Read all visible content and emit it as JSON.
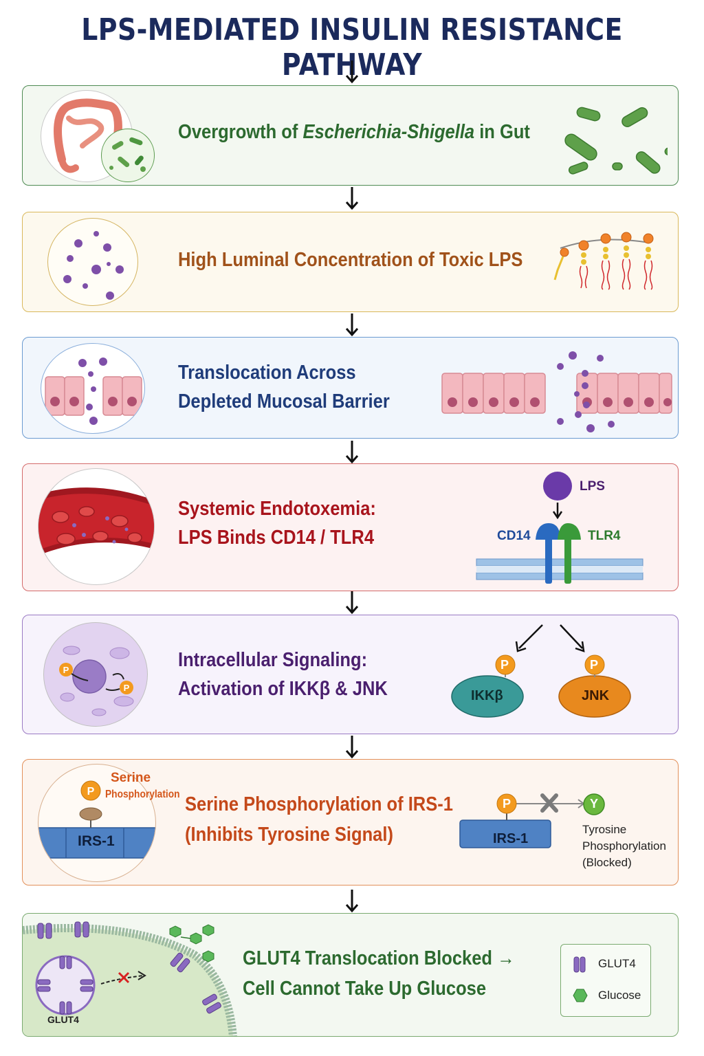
{
  "title": "LPS-MEDIATED INSULIN RESISTANCE PATHWAY",
  "colors": {
    "title": "#1b2a5c",
    "green": "#2c6a2f",
    "orange_brown": "#a0521a",
    "blue": "#1f3c7a",
    "red": "#a8141c",
    "purple": "#4a1f6e",
    "orange": "#c4491a"
  },
  "steps": [
    {
      "line1_pre": "Overgrowth of ",
      "line1_italic": "Escherichia-Shigella",
      "line1_post": " in Gut",
      "icon": "gut-bacteria-icon"
    },
    {
      "line1": "High Luminal Concentration of Toxic LPS",
      "icon": "lps-molecule-icon"
    },
    {
      "line1": "Translocation Across",
      "line2": "Depleted Mucosal Barrier",
      "icon": "epithelium-icon"
    },
    {
      "line1": "Systemic Endotoxemia:",
      "line2": "LPS Binds CD14 / TLR4",
      "labels": {
        "lps": "LPS",
        "cd14": "CD14",
        "tlr4": "TLR4"
      }
    },
    {
      "line1": "Intracellular Signaling:",
      "line2": "Activation of IKKβ & JNK",
      "labels": {
        "p": "P",
        "ikk": "IKKβ",
        "jnk": "JNK"
      }
    },
    {
      "line1": "Serine Phosphorylation of IRS-1",
      "line2": "(Inhibits Tyrosine Signal)",
      "labels": {
        "serine_1": "Serine",
        "serine_2": "Phosphorylation",
        "irs1": "IRS-1",
        "p": "P",
        "y": "Y",
        "tyr_1": "Tyrosine",
        "tyr_2": "Phosphorylation",
        "tyr_3": "(Blocked)"
      }
    },
    {
      "line1": "GLUT4 Translocation Blocked →",
      "line2": "Cell Cannot Take Up Glucose",
      "labels": {
        "glut4_cell": "GLUT4",
        "legend_glut4": "GLUT4",
        "legend_glucose": "Glucose"
      }
    }
  ]
}
